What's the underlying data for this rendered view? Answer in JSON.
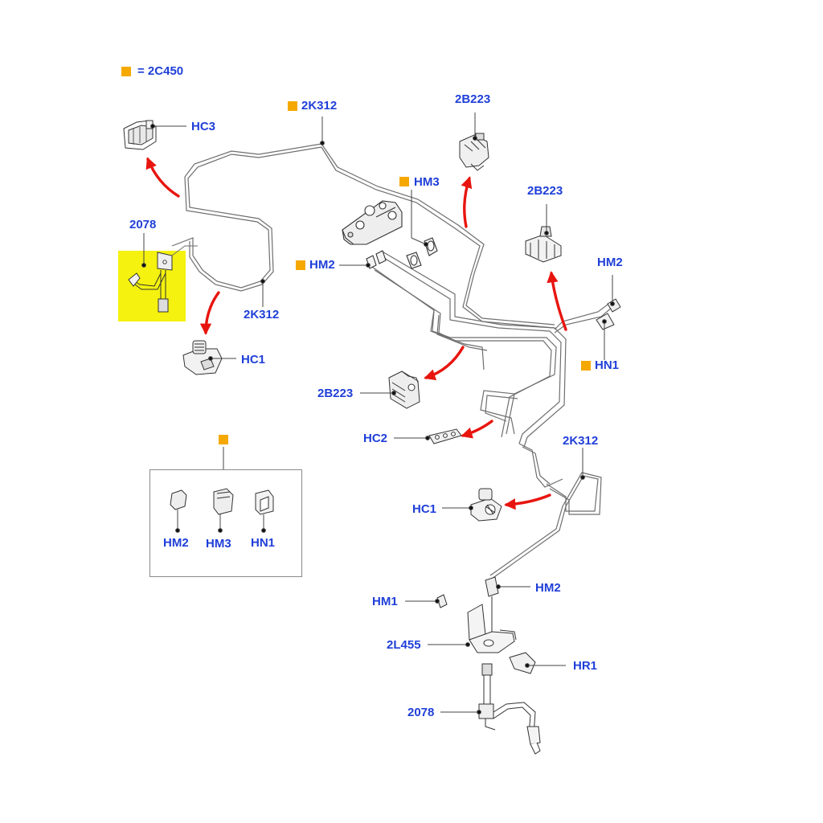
{
  "legend": {
    "symbol_color": "#f5a800",
    "text": "= 2C450"
  },
  "colors": {
    "label": "#1f3fd8",
    "arrow": "#e8150f",
    "highlight": "#f4f20e",
    "line": "#6e6e6e"
  },
  "labels": {
    "hc3": "HC3",
    "k312_top": "2K312",
    "b223_top": "2B223",
    "hm3_top": "HM3",
    "b223_right": "2B223",
    "p2078_top": "2078",
    "hm2_left": "HM2",
    "hm2_right": "HM2",
    "k312_left": "2K312",
    "hn1_right": "HN1",
    "hc1_top": "HC1",
    "b223_mid": "2B223",
    "hc2": "HC2",
    "k312_right": "2K312",
    "hc1_bottom": "HC1",
    "hm2_bottom": "HM2",
    "hm1": "HM1",
    "l455": "2L455",
    "hr1": "HR1",
    "p2078_bottom": "2078"
  },
  "inset": {
    "hm2": "HM2",
    "hm3": "HM3",
    "hn1": "HN1"
  }
}
